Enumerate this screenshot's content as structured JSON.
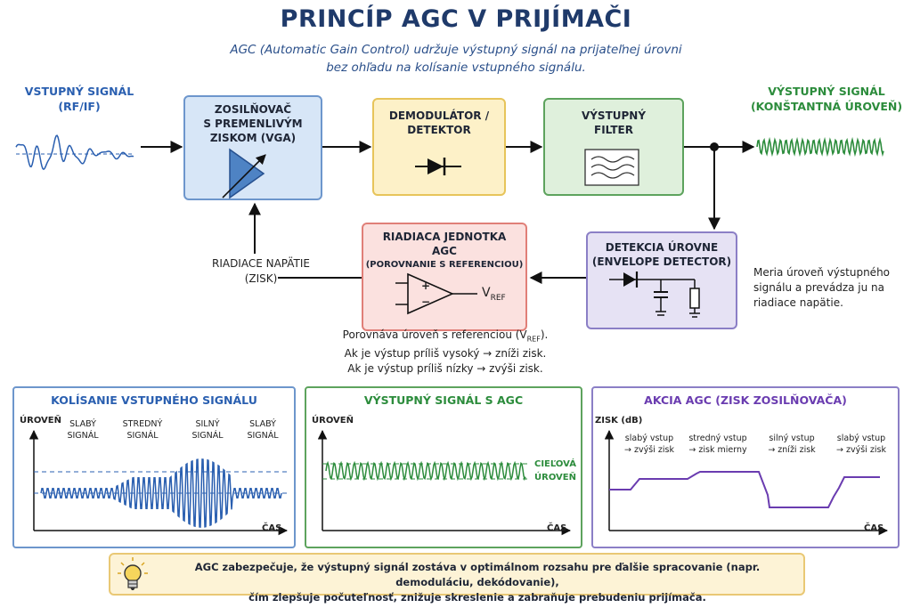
{
  "title": "PRINCÍP AGC V PRIJÍMAČI",
  "subtitle_line1": "AGC (Automatic Gain Control) udržuje výstupný signál na prijateľnej úrovni",
  "subtitle_line2": "bez ohľadu na kolísanie vstupného signálu.",
  "input": {
    "line1": "VSTUPNÝ SIGNÁL",
    "line2": "(RF/IF)"
  },
  "output": {
    "line1": "VÝSTUPNÝ SIGNÁL",
    "line2": "(KONŠTANTNÁ ÚROVEŇ)"
  },
  "blocks": {
    "vga": {
      "line1": "ZOSILŇOVAČ",
      "line2": "S PREMENLIVÝM",
      "line3": "ZISKOM (VGA)"
    },
    "demod": {
      "line1": "DEMODULÁTOR /",
      "line2": "DETEKTOR"
    },
    "filter": {
      "line1": "VÝSTUPNÝ",
      "line2": "FILTER"
    },
    "agc": {
      "line1": "RIADIACA JEDNOTKA",
      "line2": "AGC",
      "line3": "(POROVNANIE S REFERENCIOU)",
      "vref": "V",
      "vref_sub": "REF",
      "plus": "+",
      "minus": "−"
    },
    "level": {
      "line1": "DETEKCIA ÚROVNE",
      "line2": "(ENVELOPE DETECTOR)"
    }
  },
  "control_voltage": {
    "line1": "RIADIACE NAPÄTIE",
    "line2": "(ZISK)"
  },
  "level_note": {
    "line1": "Meria úroveň výstupného",
    "line2": "signálu a prevádza ju na",
    "line3": "riadiace napätie."
  },
  "agc_note": {
    "line1a": "Porovnáva úroveň s referenciou (V",
    "line1_sub": "REF",
    "line1b": ").",
    "line2": "Ak je výstup príliš vysoký → zníži zisk.",
    "line3": "Ak je výstup príliš nízky → zvýši zisk."
  },
  "panels": {
    "input_var": {
      "title": "KOLÍSANIE VSTUPNÉHO SIGNÁLU",
      "ylabel": "ÚROVEŇ",
      "xlabel": "ČAS",
      "labels": [
        {
          "l1": "SLABÝ",
          "l2": "SIGNÁL"
        },
        {
          "l1": "STREDNÝ",
          "l2": "SIGNÁL"
        },
        {
          "l1": "SILNÝ",
          "l2": "SIGNÁL"
        },
        {
          "l1": "SLABÝ",
          "l2": "SIGNÁL"
        }
      ]
    },
    "output_agc": {
      "title": "VÝSTUPNÝ SIGNÁL S AGC",
      "ylabel": "ÚROVEŇ",
      "xlabel": "ČAS",
      "target1": "CIEĽOVÁ",
      "target2": "ÚROVEŇ"
    },
    "agc_action": {
      "title": "AKCIA AGC (ZISK ZOSILŇOVAČA)",
      "ylabel": "ZISK (dB)",
      "xlabel": "ČAS",
      "labels": [
        {
          "l1": "slabý vstup",
          "l2": "→ zvýši zisk"
        },
        {
          "l1": "stredný vstup",
          "l2": "→ zisk mierny"
        },
        {
          "l1": "silný vstup",
          "l2": "→ zníži zisk"
        },
        {
          "l1": "slabý vstup",
          "l2": "→ zvýši zisk"
        }
      ]
    }
  },
  "footer": {
    "line1": "AGC zabezpečuje, že výstupný signál zostáva v optimálnom rozsahu pre ďalšie spracovanie (napr. demoduláciu, dekódovanie),",
    "line2": "čím zlepšuje počuteľnosť, znižuje skreslenie a zabraňuje prebudeniu prijímača."
  },
  "colors": {
    "blue": "#2a5fb0",
    "green": "#2c8c3c",
    "purple": "#6a3cb0",
    "title": "#1f3a6a",
    "vga_fill": "#d7e6f7",
    "demod_fill": "#fdf1c8",
    "filter_fill": "#dff0dc",
    "agc_fill": "#fbe1df",
    "level_fill": "#e6e2f4"
  }
}
